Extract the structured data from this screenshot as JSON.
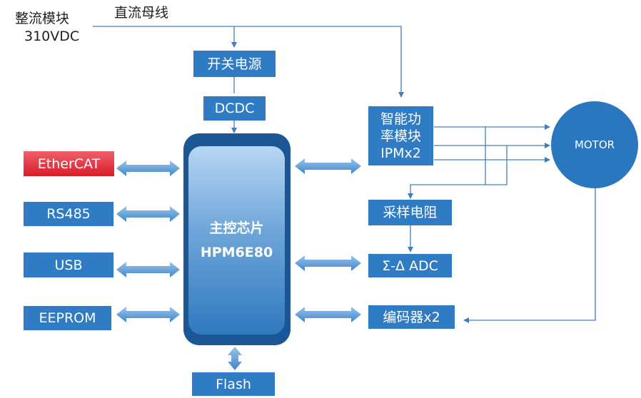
{
  "colors": {
    "box": "#2f7cc4",
    "core": "#1c5694",
    "ethercat": "#e0303a",
    "line": "#3d7fc4"
  },
  "rectifier": {
    "line1": "整流模块",
    "line2": "310VDC"
  },
  "dc_bus_label": "直流母线",
  "blocks": {
    "smps": "开关电源",
    "dcdc": "DCDC",
    "ethercat": "EtherCAT",
    "rs485": "RS485",
    "usb": "USB",
    "eeprom": "EEPROM",
    "flash": "Flash",
    "ipm_line1": "智能功",
    "ipm_line2": "率模块",
    "ipm_line3": "IPMx2",
    "shunt": "采样电阻",
    "adc": "Σ-Δ ADC",
    "encoder": "编码器x2",
    "motor": "MOTOR"
  },
  "mcu": {
    "line1": "主控芯片",
    "line2": "HPM6E80"
  }
}
